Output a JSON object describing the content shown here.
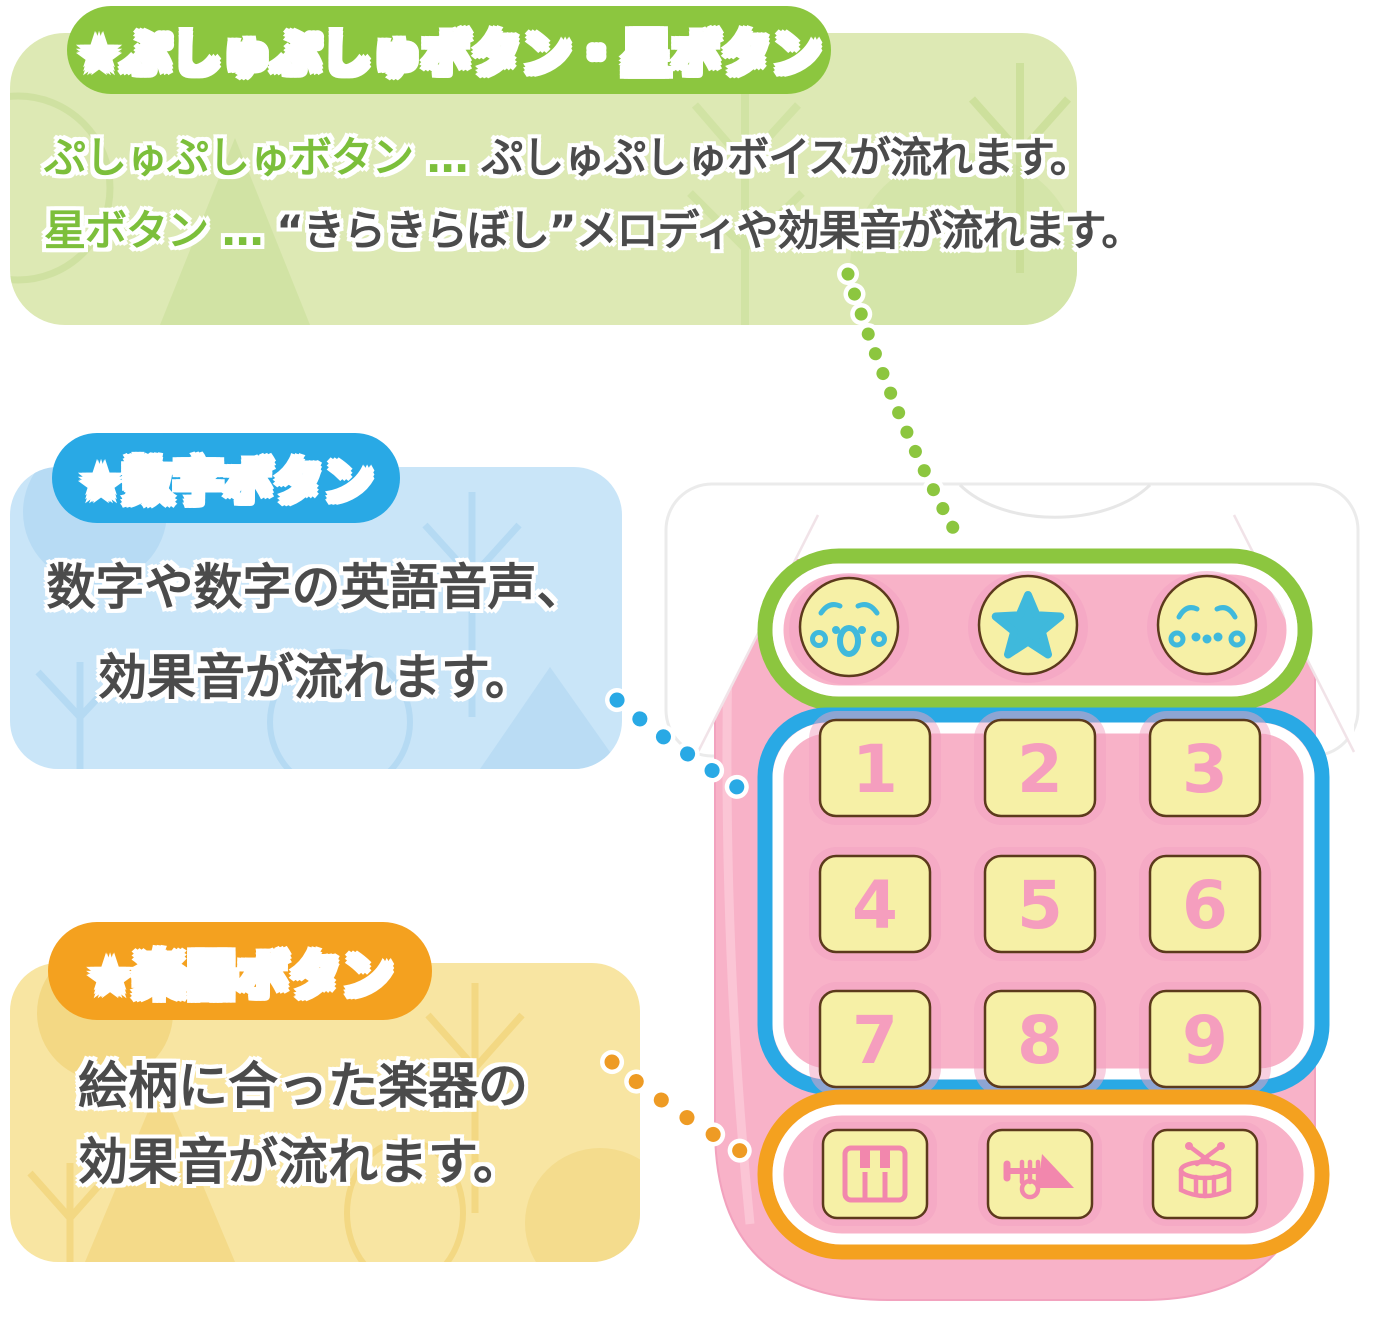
{
  "colors": {
    "green_accent": "#8CC63F",
    "green_bg": "#DDE9B4",
    "green_lead_text": "#7CBF3B",
    "blue_accent": "#29A9E5",
    "blue_bg": "#C9E5F8",
    "orange_accent": "#F4A11F",
    "orange_bg": "#F8E5A2",
    "body_text": "#4B4B4B",
    "phone_pink": "#F8B2C8",
    "key_yellow": "#F6F0A6",
    "number_pink": "#F59EBE",
    "button_icon_blue": "#3FB9DC",
    "instrument_icon_pink": "#F287AD"
  },
  "green_callout": {
    "title": "★ぷしゅぷしゅボタン・星ボタン",
    "line1_lead": "ぷしゅぷしゅボタン …",
    "line1_rest": "ぷしゅぷしゅボイスが流れます。",
    "line2_lead": "星ボタン …",
    "line2_rest": "“きらきらぼし”メロディや効果音が流れます。"
  },
  "blue_callout": {
    "title": "★数字ボタン",
    "line1": "数字や数字の英語音声、",
    "line2": "効果音が流れます。"
  },
  "orange_callout": {
    "title": "★楽器ボタン",
    "line1": "絵柄に合った楽器の",
    "line2": "効果音が流れます。"
  },
  "phone": {
    "number_keys": [
      "1",
      "2",
      "3",
      "4",
      "5",
      "6",
      "7",
      "8",
      "9"
    ],
    "top_button_icons": [
      "pushu-pushu-face-icon",
      "star-icon",
      "smile-face-icon"
    ],
    "instrument_icons": [
      "piano-icon",
      "trumpet-icon",
      "drum-icon"
    ]
  }
}
